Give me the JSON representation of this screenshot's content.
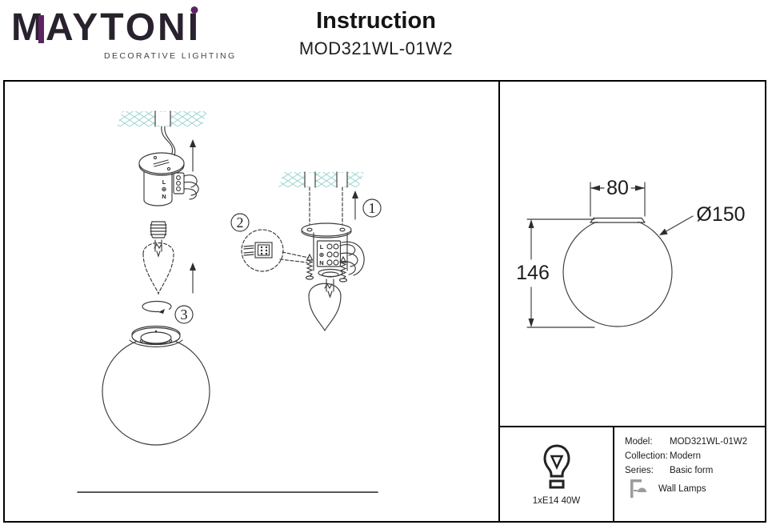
{
  "header": {
    "logo": {
      "brand": "MAYTONI",
      "m_letter": "M",
      "mid_letters": "AYTON",
      "i_letter": "I",
      "tagline": "DECORATIVE LIGHTING"
    },
    "title": "Instruction",
    "model": "MOD321WL-01W2"
  },
  "diagram": {
    "step_labels": {
      "one": "1",
      "two": "2",
      "three": "3"
    },
    "terminals": {
      "line": "L",
      "earth": "⊕",
      "neutral": "N"
    }
  },
  "dimensions": {
    "top_width": "80",
    "height": "146",
    "diameter": "Ø150"
  },
  "spec": {
    "bulb_label": "1xE14 40W",
    "model_label": "Model:",
    "model_value": "MOD321WL-01W2",
    "collection_label": "Collection:",
    "collection_value": "Modern",
    "series_label": "Series:",
    "series_value": "Basic form",
    "type_value": "Wall Lamps"
  },
  "colors": {
    "accent": "#5e2364",
    "hatch": "#9ed6d1",
    "line": "#3a3a3a"
  }
}
